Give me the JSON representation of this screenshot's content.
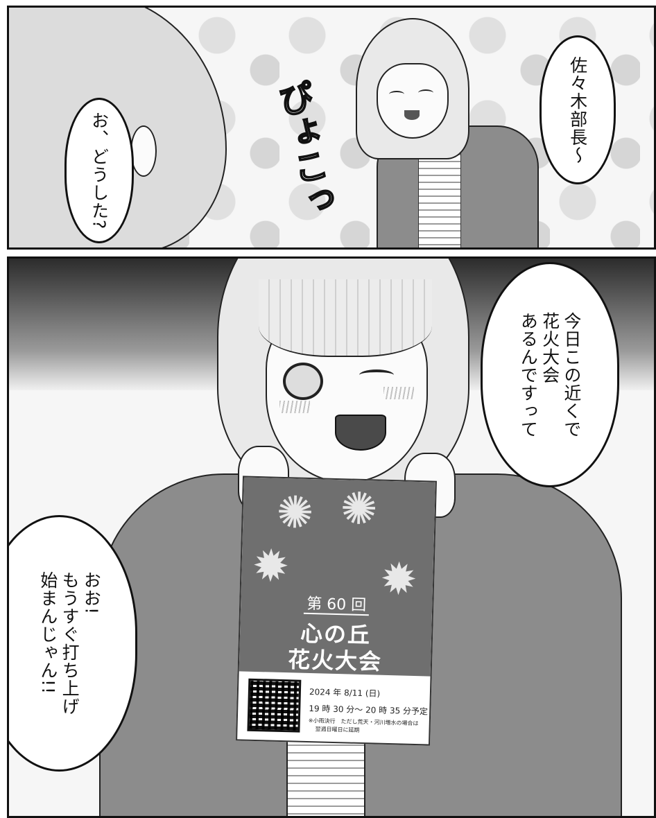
{
  "panel_top": {
    "bubble_left": "お、どうした?",
    "bubble_right": "佐々木部長～",
    "sfx": "ぴょこっ"
  },
  "panel_bottom": {
    "bubble_right": "今日この近くで\n花火大会\nあるんですって",
    "bubble_left": "おお!\nもうすぐ打ち上げ\n始まんじゃん!!",
    "flyer": {
      "edition": "第 60 回",
      "title_line1": "心の丘",
      "title_line2": "花火大会",
      "date": "2024 年 8/11 (日)",
      "time": "19 時 30 分～ 20 時 35 分予定",
      "note_line1": "※小雨決行　ただし荒天・河川増水の場合は",
      "note_line2": "翌週日曜日に延期"
    }
  },
  "colors": {
    "ink": "#111111",
    "kimono": "#8c8c8c",
    "flyer_bg": "#6f6f6f"
  }
}
